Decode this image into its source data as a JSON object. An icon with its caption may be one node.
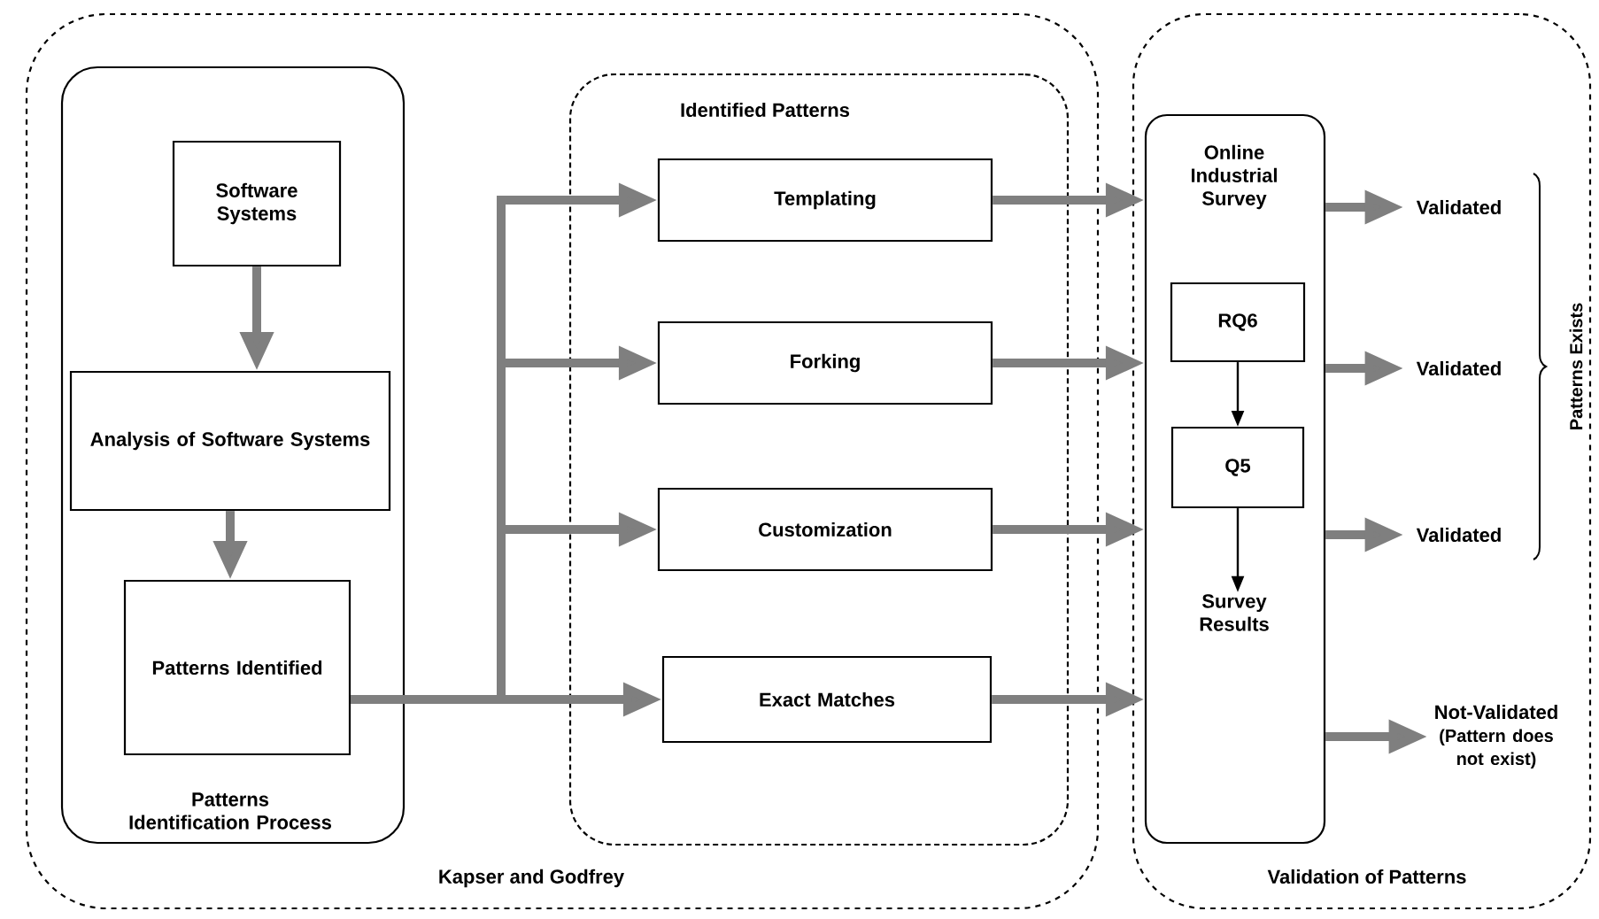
{
  "diagram": {
    "nodes": [
      {
        "text": [
          "Kapser and Godfrey"
        ]
      },
      {
        "text": [
          "Patterns Identification Process"
        ],
        "in": 0
      },
      {
        "text": [
          "Software Systems"
        ],
        "in": 1
      },
      {
        "text": [
          "Analysis of Software Systems"
        ],
        "in": 1
      },
      {
        "text": [
          "Patterns Identified"
        ],
        "in": 1
      },
      {
        "text": [
          "Identified Patterns"
        ],
        "in": 0
      },
      {
        "text": [
          "Templating"
        ],
        "in": 5
      },
      {
        "text": [
          "Forking"
        ],
        "in": 5
      },
      {
        "text": [
          "Customization"
        ],
        "in": 5
      },
      {
        "text": [
          "Exact Matches"
        ],
        "in": 5
      },
      {
        "text": [
          "Validation of Patterns"
        ]
      },
      {
        "text": [
          "Online Industrial Survey"
        ],
        "in": 10
      },
      {
        "text": [
          "RQ6"
        ],
        "in": 11
      },
      {
        "text": [
          "Q5"
        ],
        "in": 11
      },
      {
        "text": [
          "Survey Results"
        ],
        "in": 11
      },
      {
        "text": [
          "Validated"
        ],
        "in": 10
      },
      {
        "text": [
          "Validated"
        ],
        "in": 10
      },
      {
        "text": [
          "Validated"
        ],
        "in": 10
      },
      {
        "text": [
          "Not-Validated",
          "(Pattern does not exist)"
        ],
        "in": 10
      }
    ],
    "edges": [
      {
        "from": 2,
        "to": 3,
        "arrow": "to"
      },
      {
        "from": 3,
        "to": 4,
        "arrow": "to"
      },
      {
        "from": 4,
        "to": 6,
        "arrow": "to"
      },
      {
        "from": 4,
        "to": 7,
        "arrow": "to"
      },
      {
        "from": 4,
        "to": 8,
        "arrow": "to"
      },
      {
        "from": 4,
        "to": 9,
        "arrow": "to"
      },
      {
        "from": 6,
        "to": 11,
        "arrow": "to"
      },
      {
        "from": 7,
        "to": 11,
        "arrow": "to"
      },
      {
        "from": 8,
        "to": 11,
        "arrow": "to"
      },
      {
        "from": 9,
        "to": 11,
        "arrow": "to"
      },
      {
        "from": 12,
        "to": 13,
        "arrow": "to",
        "color": "#000000"
      },
      {
        "from": 13,
        "to": 14,
        "arrow": "to",
        "color": "#000000"
      },
      {
        "from": 11,
        "to": 15,
        "arrow": "to"
      },
      {
        "from": 11,
        "to": 16,
        "arrow": "to"
      },
      {
        "from": 11,
        "to": 17,
        "arrow": "to"
      },
      {
        "from": 11,
        "to": 18,
        "arrow": "to"
      }
    ],
    "labels": [
      "Patterns Exists"
    ]
  }
}
